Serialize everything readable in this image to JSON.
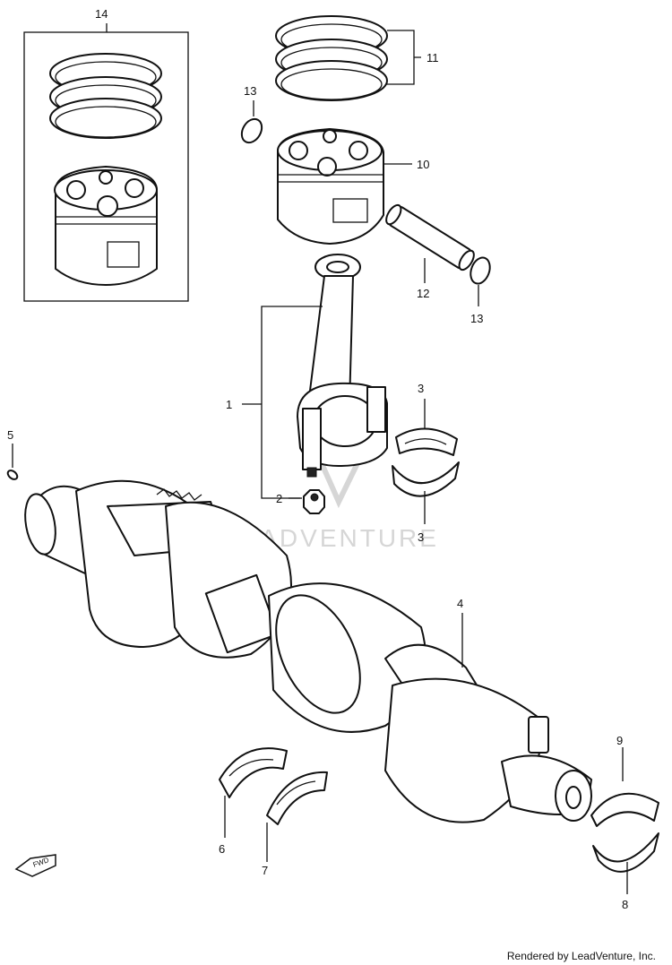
{
  "watermark": "LEADVENTURE",
  "footer": "Rendered by LeadVenture, Inc.",
  "fwd_label": "FWD",
  "callouts": {
    "c14": "14",
    "c11": "11",
    "c13a": "13",
    "c10": "10",
    "c12": "12",
    "c13b": "13",
    "c1": "1",
    "c3a": "3",
    "c3b": "3",
    "c5": "5",
    "c2": "2",
    "c4": "4",
    "c9": "9",
    "c6": "6",
    "c7": "7",
    "c8": "8"
  }
}
